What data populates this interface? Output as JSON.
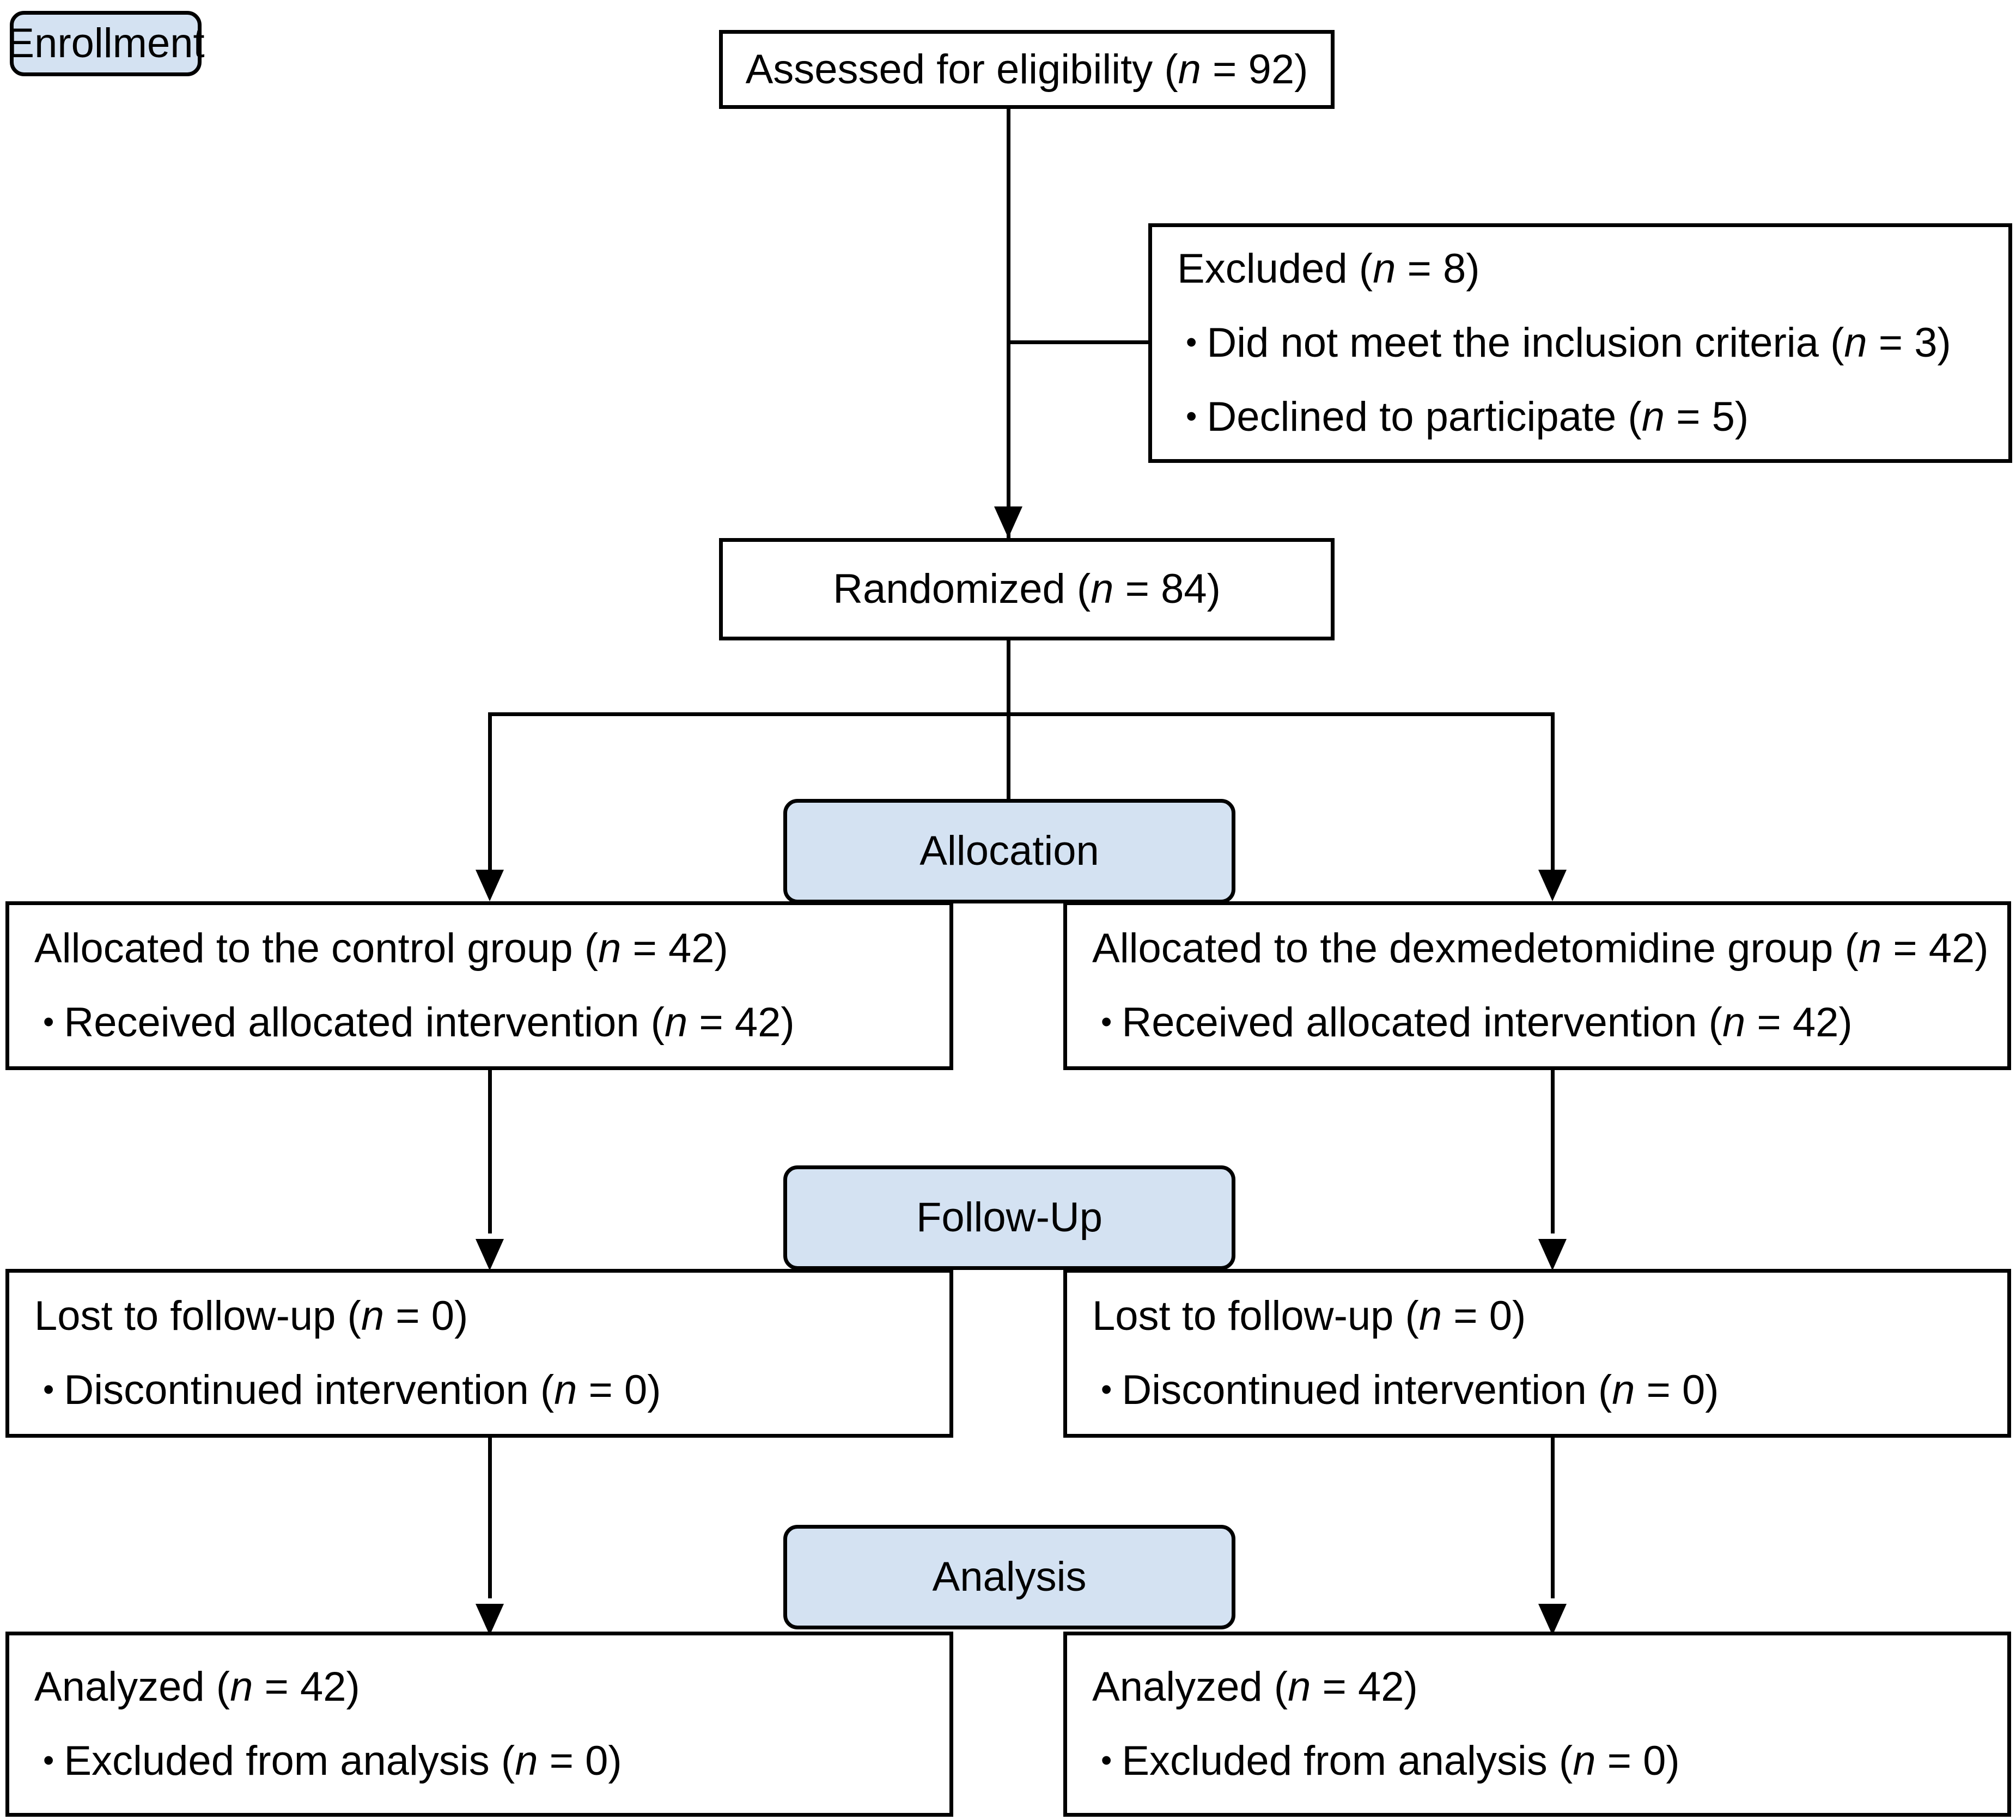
{
  "diagram": {
    "type": "consort-flow-diagram",
    "title": "CONSORT participant flow diagram"
  },
  "stages": [
    {
      "id": "enrollment",
      "label": "Enrollment"
    },
    {
      "id": "allocation",
      "label": "Allocation"
    },
    {
      "id": "followup",
      "label": "Follow-Up"
    },
    {
      "id": "analysis",
      "label": "Analysis"
    }
  ],
  "nodes": {
    "assessed": {
      "heading_prefix": "Assessed for eligibility (",
      "heading_n": "n",
      "heading_suffix": " = 92)",
      "value": 92
    },
    "excluded": {
      "heading_prefix": "Excluded (",
      "heading_n": "n",
      "heading_suffix": " = 8)",
      "value": 8,
      "bullets": [
        {
          "glyph": "•",
          "prefix": "Did not meet the inclusion criteria (",
          "n": "n",
          "suffix": " = 3)",
          "value": 3
        },
        {
          "glyph": "•",
          "prefix": "Declined to participate (",
          "n": "n",
          "suffix": " = 5)",
          "value": 5
        }
      ]
    },
    "randomized": {
      "heading_prefix": "Randomized (",
      "heading_n": "n",
      "heading_suffix": " = 84)",
      "value": 84
    },
    "allocated_control": {
      "heading_prefix": "Allocated to the control group (",
      "heading_n": "n",
      "heading_suffix": " = 42)",
      "value": 42,
      "bullets": [
        {
          "glyph": "•",
          "prefix": "Received allocated intervention (",
          "n": "n",
          "suffix": " = 42)",
          "value": 42
        }
      ]
    },
    "allocated_dex": {
      "heading_prefix": "Allocated to the dexmedetomidine group (",
      "heading_n": "n",
      "heading_suffix": " = 42)",
      "value": 42,
      "bullets": [
        {
          "glyph": "•",
          "prefix": "Received allocated intervention (",
          "n": "n",
          "suffix": " = 42)",
          "value": 42
        }
      ]
    },
    "followup_control": {
      "heading_prefix": "Lost to follow-up (",
      "heading_n": "n",
      "heading_suffix": " = 0)",
      "value": 0,
      "bullets": [
        {
          "glyph": "•",
          "prefix": "Discontinued intervention (",
          "n": "n",
          "suffix": " = 0)",
          "value": 0
        }
      ]
    },
    "followup_dex": {
      "heading_prefix": "Lost to follow-up (",
      "heading_n": "n",
      "heading_suffix": " = 0)",
      "value": 0,
      "bullets": [
        {
          "glyph": "•",
          "prefix": "Discontinued intervention (",
          "n": "n",
          "suffix": " = 0)",
          "value": 0
        }
      ]
    },
    "analyzed_control": {
      "heading_prefix": "Analyzed (",
      "heading_n": "n",
      "heading_suffix": " = 42)",
      "value": 42,
      "bullets": [
        {
          "glyph": "•",
          "prefix": "Excluded from analysis (",
          "n": "n",
          "suffix": " = 0)",
          "value": 0
        }
      ]
    },
    "analyzed_dex": {
      "heading_prefix": "Analyzed (",
      "heading_n": "n",
      "heading_suffix": " = 42)",
      "value": 42,
      "bullets": [
        {
          "glyph": "•",
          "prefix": "Excluded from analysis (",
          "n": "n",
          "suffix": " = 0)",
          "value": 0
        }
      ]
    }
  },
  "colors": {
    "stage_badge_fill": "#d4e2f2",
    "stroke": "#000000",
    "node_fill": "#ffffff",
    "background": "#ffffff"
  }
}
